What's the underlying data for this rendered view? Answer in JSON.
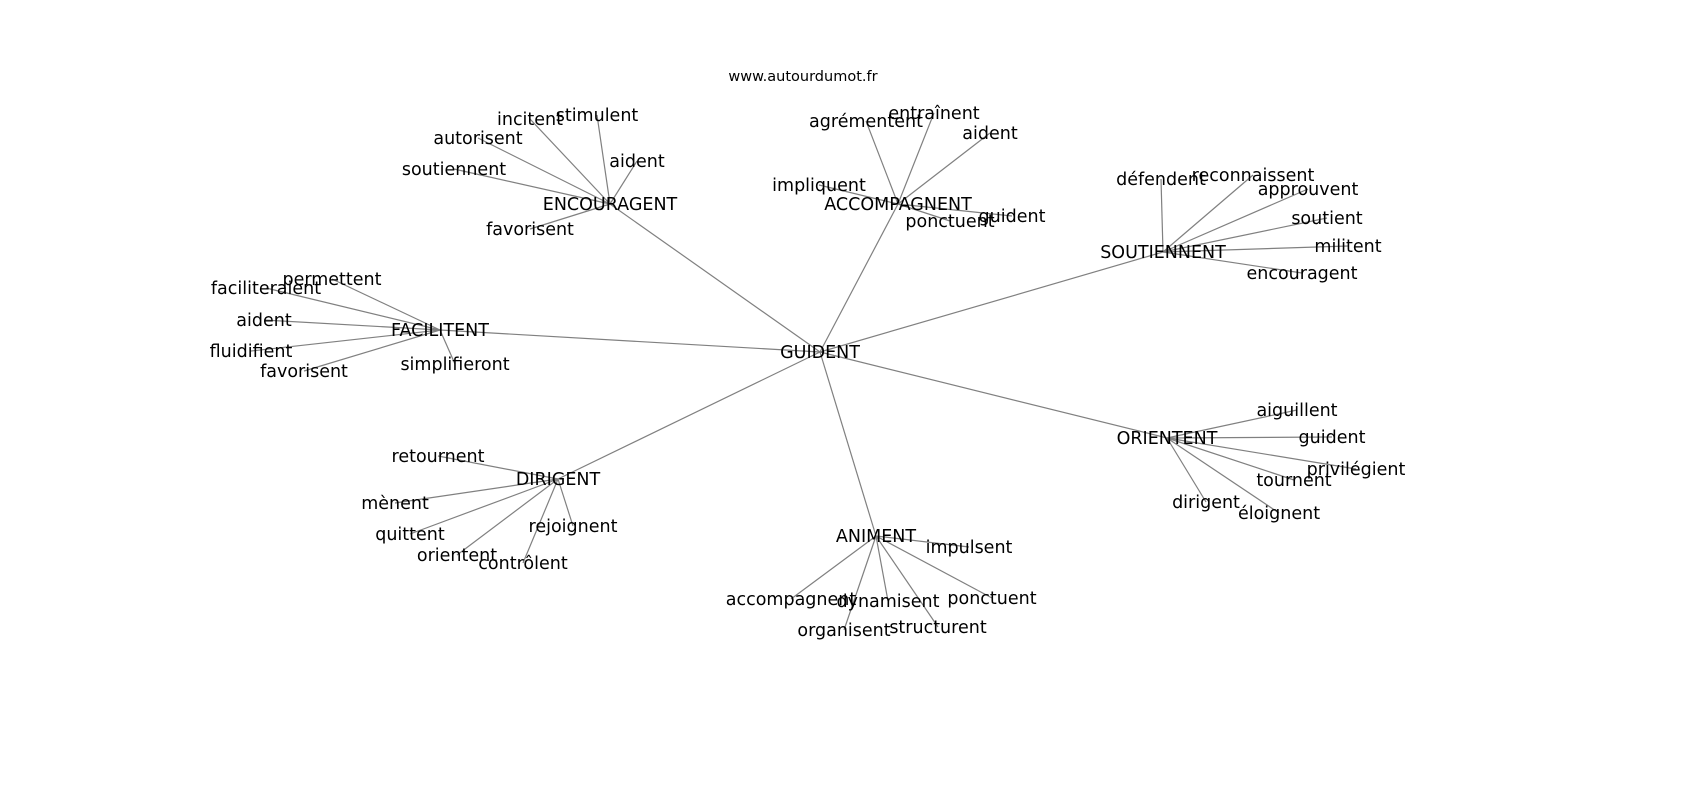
{
  "title": "www.autourdumot.fr",
  "center": "GUIDENT",
  "colors": {
    "edge": "#808080",
    "text": "#000000"
  },
  "clusters": [
    {
      "hub": "ENCOURAGENT",
      "leaves": [
        "incitent",
        "stimulent",
        "autorisent",
        "aident",
        "soutiennent",
        "favorisent"
      ]
    },
    {
      "hub": "ACCOMPAGNENT",
      "leaves": [
        "agrémentent",
        "entraînent",
        "aident",
        "impliquent",
        "ponctuent",
        "guident"
      ]
    },
    {
      "hub": "SOUTIENNENT",
      "leaves": [
        "défendent",
        "reconnaissent",
        "approuvent",
        "soutient",
        "militent",
        "encouragent"
      ]
    },
    {
      "hub": "FACILITENT",
      "leaves": [
        "permettent",
        "faciliteraient",
        "aident",
        "fluidifient",
        "favorisent",
        "simplifieront"
      ]
    },
    {
      "hub": "DIRIGENT",
      "leaves": [
        "retournent",
        "mènent",
        "quittent",
        "orientent",
        "contrôlent",
        "rejoignent"
      ]
    },
    {
      "hub": "ANIMENT",
      "leaves": [
        "impulsent",
        "accompagnent",
        "dynamisent",
        "ponctuent",
        "organisent",
        "structurent"
      ]
    },
    {
      "hub": "ORIENTENT",
      "leaves": [
        "aiguillent",
        "guident",
        "privilégient",
        "tournent",
        "dirigent",
        "éloignent"
      ]
    }
  ]
}
